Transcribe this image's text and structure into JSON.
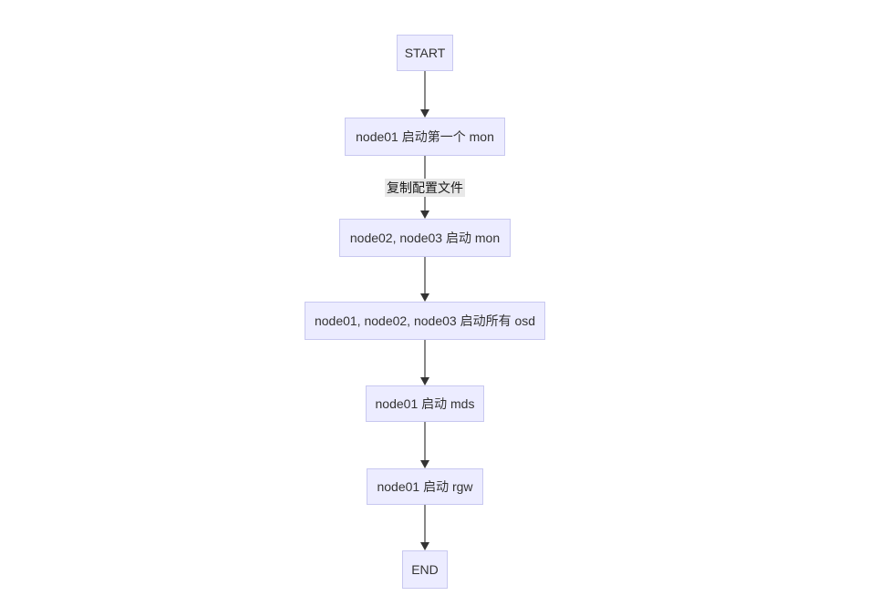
{
  "diagram": {
    "type": "flowchart",
    "direction": "top-down",
    "nodes": [
      {
        "id": "start",
        "label": "START"
      },
      {
        "id": "mon1",
        "label": "node01 启动第一个 mon"
      },
      {
        "id": "mon23",
        "label": "node02, node03 启动 mon"
      },
      {
        "id": "osd",
        "label": "node01, node02, node03 启动所有 osd"
      },
      {
        "id": "mds",
        "label": "node01 启动 mds"
      },
      {
        "id": "rgw",
        "label": "node01 启动 rgw"
      },
      {
        "id": "end",
        "label": "END"
      }
    ],
    "edges": [
      {
        "from": "start",
        "to": "mon1",
        "label": ""
      },
      {
        "from": "mon1",
        "to": "mon23",
        "label": "复制配置文件"
      },
      {
        "from": "mon23",
        "to": "osd",
        "label": ""
      },
      {
        "from": "osd",
        "to": "mds",
        "label": ""
      },
      {
        "from": "mds",
        "to": "rgw",
        "label": ""
      },
      {
        "from": "rgw",
        "to": "end",
        "label": ""
      }
    ],
    "colors": {
      "background": "#FFFFFF",
      "node_fill": "#ECECFF",
      "node_border": "#C8C8F0",
      "node_text": "#333333",
      "edge_line": "#888888",
      "arrowhead": "#333333",
      "edge_label_bg": "#E8E8E8",
      "edge_label_text": "#1A1A1A"
    }
  }
}
